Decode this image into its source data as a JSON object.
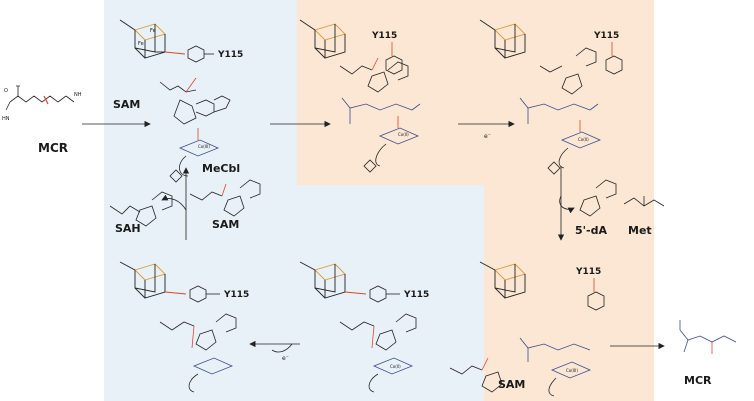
{
  "colors": {
    "blue_panel": "#e8f1f8",
    "orange_panel": "#fbe7d4",
    "cluster_gold": "#d69a3a",
    "highlight_red": "#d9452b",
    "substrate_blue": "#3d4a8c"
  },
  "labels": {
    "mcr_left": "MCR",
    "mcr_right": "MCR",
    "sam_1": "SAM",
    "sam_2": "SAM",
    "sam_3": "SAM",
    "mecbl": "MeCbl",
    "sah": "SAH",
    "five_da": "5'-dA",
    "met": "Met",
    "y115_1": "Y115",
    "y115_2": "Y115",
    "y115_3": "Y115",
    "y115_4": "Y115",
    "y115_5": "Y115",
    "y115_6": "Y115",
    "electron_1": "e⁻",
    "electron_2": "e⁻",
    "cobalt_1": "Co(III)",
    "cobalt_2": "Co(II)",
    "cobalt_3": "Co(II)",
    "cobalt_4": "Co(III)",
    "cobalt_5": "Co(II)"
  }
}
